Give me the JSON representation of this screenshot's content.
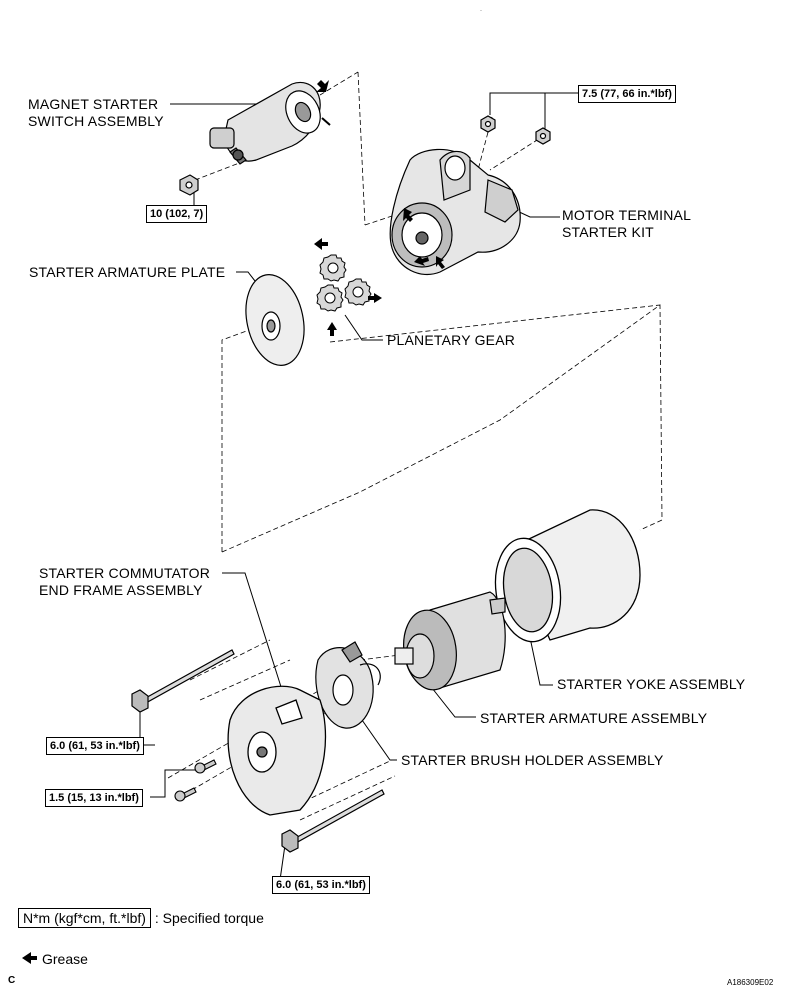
{
  "labels": {
    "magnet_switch": [
      "MAGNET STARTER",
      "SWITCH ASSEMBLY"
    ],
    "motor_terminal": [
      "MOTOR TERMINAL",
      "STARTER KIT"
    ],
    "armature_plate": "STARTER ARMATURE PLATE",
    "planetary_gear": "PLANETARY GEAR",
    "commutator_frame": [
      "STARTER COMMUTATOR",
      "END FRAME ASSEMBLY"
    ],
    "yoke": "STARTER YOKE ASSEMBLY",
    "armature": "STARTER ARMATURE ASSEMBLY",
    "brush_holder": "STARTER BRUSH HOLDER ASSEMBLY"
  },
  "torques": {
    "t_nut_top": "7.5 (77, 66 in.*lbf)",
    "t_nut_left": "10 (102, 7)",
    "t_bolt_upper": "6.0 (61, 53 in.*lbf)",
    "t_screw": "1.5 (15, 13 in.*lbf)",
    "t_bolt_lower": "6.0 (61, 53 in.*lbf)"
  },
  "legend": {
    "unit_box": "N*m (kgf*cm, ft.*lbf)",
    "unit_desc": ": Specified torque",
    "grease": "Grease"
  },
  "footer": {
    "left_letter": "C",
    "figure_code": "A186309E02"
  }
}
